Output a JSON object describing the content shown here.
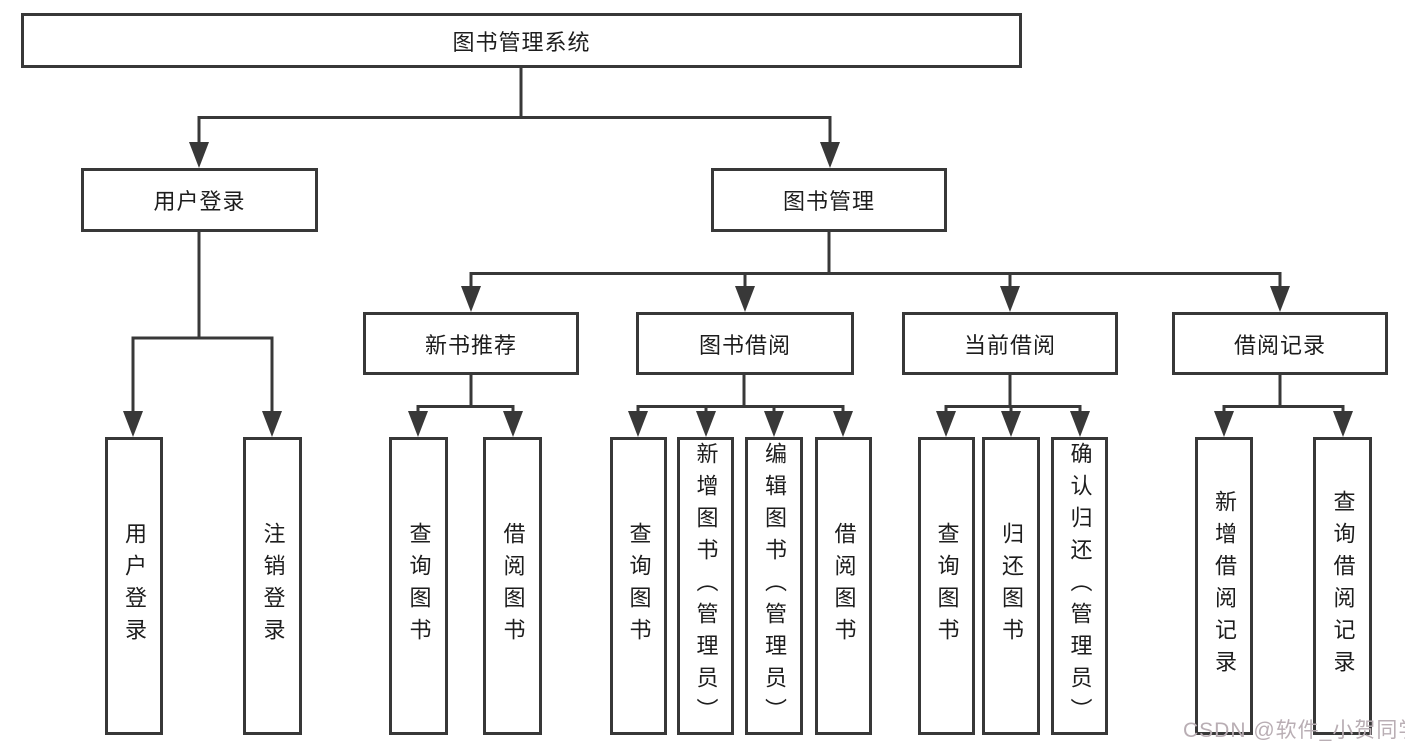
{
  "colors": {
    "line": "#383838",
    "box_border": "#383838",
    "text": "#1d1d1d",
    "background": "#ffffff",
    "watermark": "#b9aeb4"
  },
  "nodes": {
    "root": {
      "label": "图书管理系统"
    },
    "user_login": {
      "label": "用户登录"
    },
    "book_mgmt": {
      "label": "图书管理"
    },
    "new_book": {
      "label": "新书推荐"
    },
    "book_borrow": {
      "label": "图书借阅"
    },
    "current_borrow": {
      "label": "当前借阅"
    },
    "borrow_record": {
      "label": "借阅记录"
    },
    "user_login_children": [
      {
        "label": "用户登录"
      },
      {
        "label": "注销登录"
      }
    ],
    "new_book_children": [
      {
        "label": "查询图书"
      },
      {
        "label": "借阅图书"
      }
    ],
    "book_borrow_children": [
      {
        "label": "查询图书"
      },
      {
        "label": "新增图书（管理员）"
      },
      {
        "label": "编辑图书（管理员）"
      },
      {
        "label": "借阅图书"
      }
    ],
    "current_borrow_children": [
      {
        "label": "查询图书"
      },
      {
        "label": "归还图书"
      },
      {
        "label": "确认归还（管理员）"
      }
    ],
    "borrow_record_children": [
      {
        "label": "新增借阅记录"
      },
      {
        "label": "查询借阅记录"
      }
    ]
  },
  "watermark": {
    "label": "CSDN @软件_小贺同学"
  }
}
